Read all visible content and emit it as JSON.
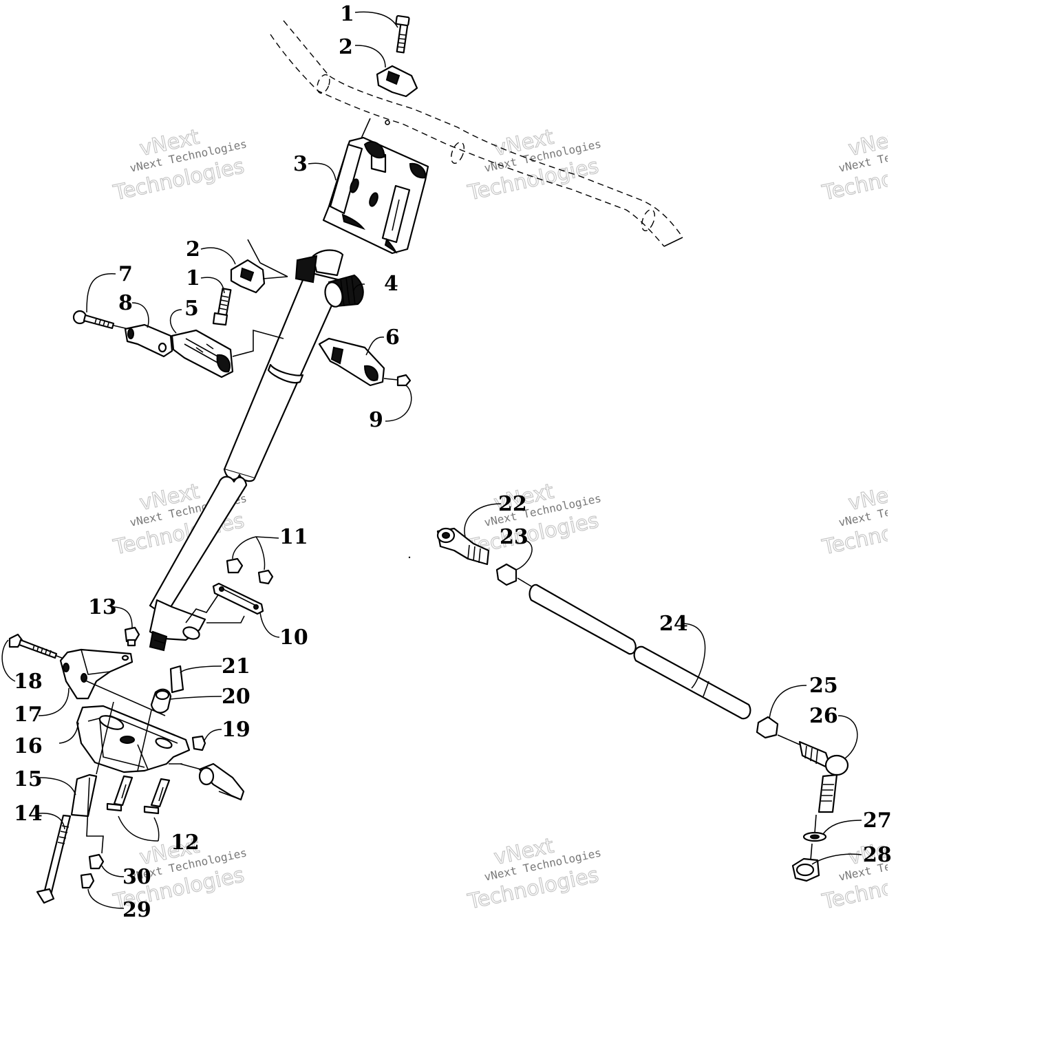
{
  "callouts": [
    {
      "id": "c1a",
      "label": "1"
    },
    {
      "id": "c2a",
      "label": "2"
    },
    {
      "id": "c3",
      "label": "3"
    },
    {
      "id": "c2b",
      "label": "2"
    },
    {
      "id": "c1b",
      "label": "1"
    },
    {
      "id": "c4",
      "label": "4"
    },
    {
      "id": "c7",
      "label": "7"
    },
    {
      "id": "c8",
      "label": "8"
    },
    {
      "id": "c5",
      "label": "5"
    },
    {
      "id": "c6",
      "label": "6"
    },
    {
      "id": "c9",
      "label": "9"
    },
    {
      "id": "c11",
      "label": "11"
    },
    {
      "id": "c10",
      "label": "10"
    },
    {
      "id": "c13",
      "label": "13"
    },
    {
      "id": "c18",
      "label": "18"
    },
    {
      "id": "c21",
      "label": "21"
    },
    {
      "id": "c17",
      "label": "17"
    },
    {
      "id": "c20",
      "label": "20"
    },
    {
      "id": "c16",
      "label": "16"
    },
    {
      "id": "c19",
      "label": "19"
    },
    {
      "id": "c15",
      "label": "15"
    },
    {
      "id": "c14",
      "label": "14"
    },
    {
      "id": "c12",
      "label": "12"
    },
    {
      "id": "c30",
      "label": "30"
    },
    {
      "id": "c29",
      "label": "29"
    },
    {
      "id": "c22",
      "label": "22"
    },
    {
      "id": "c23",
      "label": "23"
    },
    {
      "id": "c24",
      "label": "24"
    },
    {
      "id": "c25",
      "label": "25"
    },
    {
      "id": "c26",
      "label": "26"
    },
    {
      "id": "c27",
      "label": "27"
    },
    {
      "id": "c28",
      "label": "28"
    }
  ],
  "watermark": {
    "line1": "vNext",
    "line2": "vNext Technologies",
    "line3": "Technologies"
  }
}
